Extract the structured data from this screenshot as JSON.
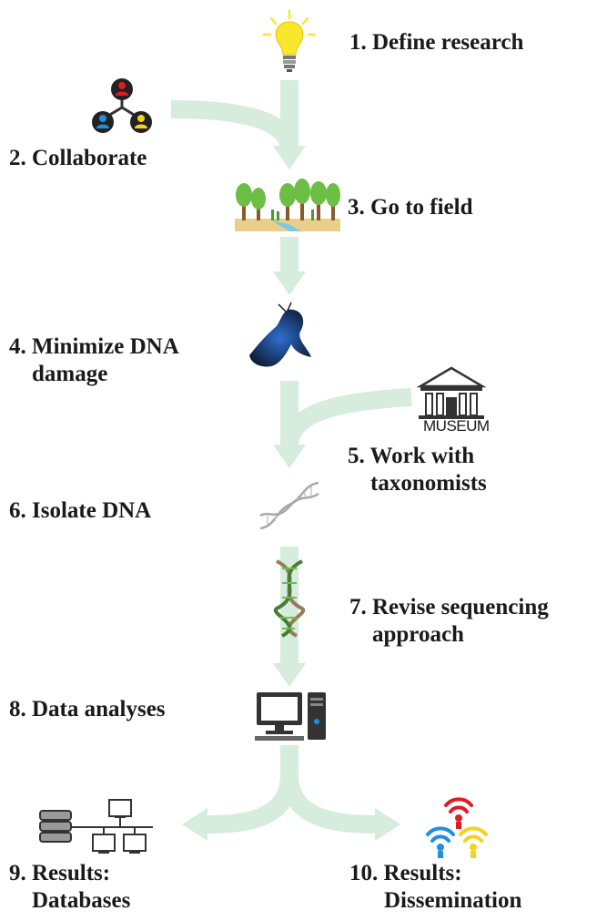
{
  "steps": [
    {
      "id": "s1",
      "line1": "1. Define research",
      "line2": ""
    },
    {
      "id": "s2",
      "line1": "2. Collaborate",
      "line2": ""
    },
    {
      "id": "s3",
      "line1": "3. Go to field",
      "line2": ""
    },
    {
      "id": "s4",
      "line1": "4. Minimize DNA",
      "line2": "damage"
    },
    {
      "id": "s5",
      "line1": "5. Work with",
      "line2": "taxonomists"
    },
    {
      "id": "s6",
      "line1": "6. Isolate DNA",
      "line2": ""
    },
    {
      "id": "s7",
      "line1": "7. Revise sequencing",
      "line2": "approach"
    },
    {
      "id": "s8",
      "line1": "8. Data analyses",
      "line2": ""
    },
    {
      "id": "s9",
      "line1": "9. Results:",
      "line2": "Databases"
    },
    {
      "id": "s10",
      "line1": "10. Results:",
      "line2": "Dissemination"
    }
  ],
  "museum_sign": "MUSEUM",
  "colors": {
    "arrow": "#d6ecdc",
    "bulb": "#fbe62e",
    "person_red": "#e01b24",
    "person_blue": "#1e90e0",
    "person_yellow": "#f7d21c",
    "butterfly": "#16305a",
    "dna": "#a8a8a8",
    "tree": "#6cbe45",
    "trunk": "#8a5a2b",
    "river": "#7ec8e3",
    "ground": "#e8d08a"
  },
  "icons": [
    "lightbulb-icon",
    "collaboration-network-icon",
    "forest-icon",
    "butterfly-icon",
    "museum-icon",
    "dna-helix-icon",
    "sequencing-helix-icon",
    "computer-icon",
    "database-network-icon",
    "wifi-broadcast-icon"
  ]
}
